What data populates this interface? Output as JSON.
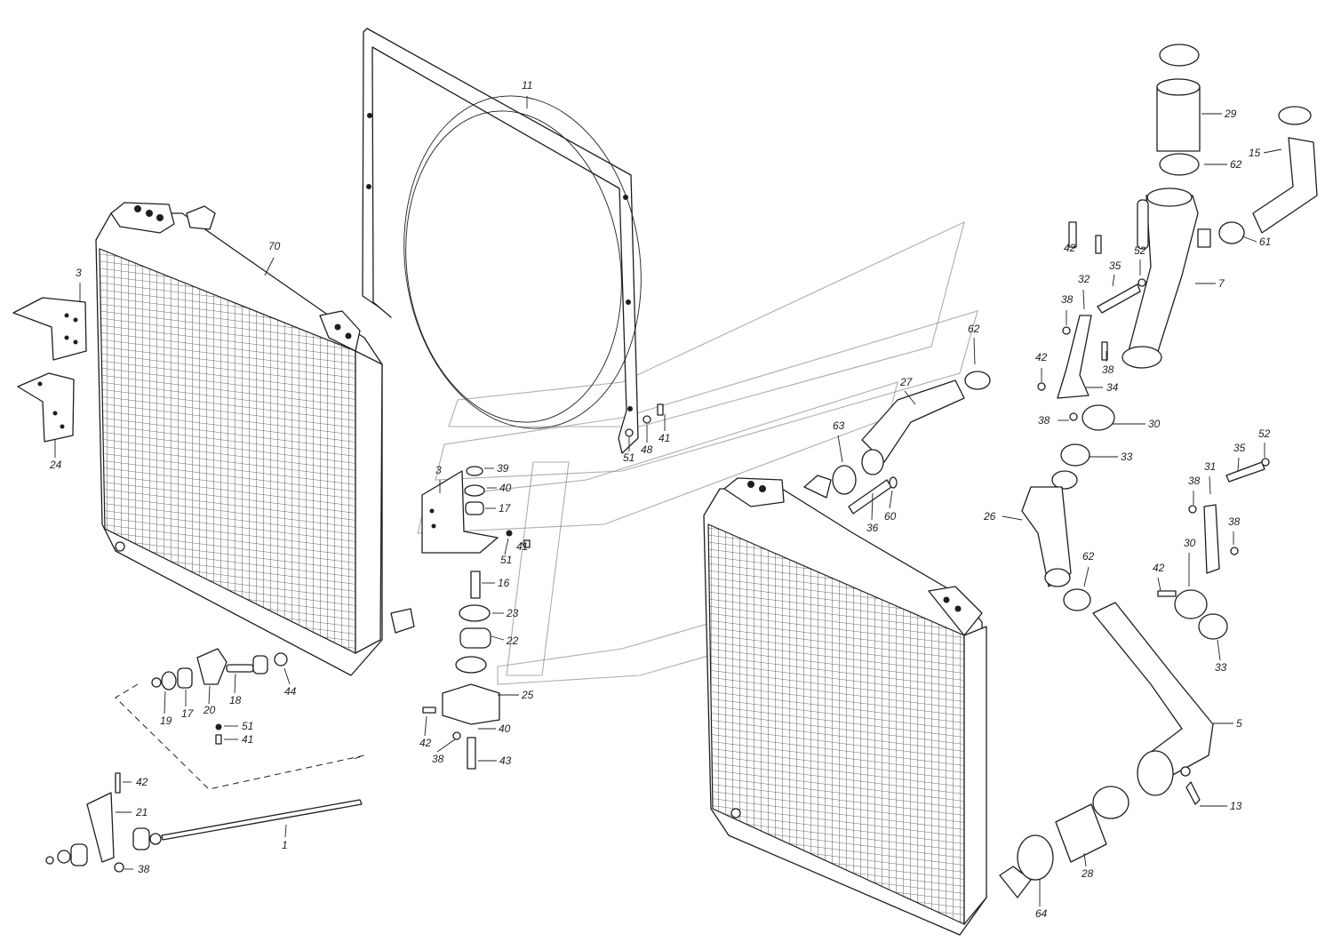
{
  "labels": [
    {
      "id": "p70",
      "text": "70"
    },
    {
      "id": "p3a",
      "text": "3"
    },
    {
      "id": "p24",
      "text": "24"
    },
    {
      "id": "p11",
      "text": "11"
    },
    {
      "id": "p19",
      "text": "19"
    },
    {
      "id": "p17a",
      "text": "17"
    },
    {
      "id": "p20",
      "text": "20"
    },
    {
      "id": "p18",
      "text": "18"
    },
    {
      "id": "p44",
      "text": "44"
    },
    {
      "id": "p51a",
      "text": "51"
    },
    {
      "id": "p41a",
      "text": "41"
    },
    {
      "id": "p42a",
      "text": "42"
    },
    {
      "id": "p21",
      "text": "21"
    },
    {
      "id": "p1",
      "text": "1"
    },
    {
      "id": "p38a",
      "text": "38"
    },
    {
      "id": "p3b",
      "text": "3"
    },
    {
      "id": "p39",
      "text": "39"
    },
    {
      "id": "p40a",
      "text": "40"
    },
    {
      "id": "p17b",
      "text": "17"
    },
    {
      "id": "p51b",
      "text": "51"
    },
    {
      "id": "p41b",
      "text": "41"
    },
    {
      "id": "p16",
      "text": "16"
    },
    {
      "id": "p23",
      "text": "23"
    },
    {
      "id": "p22",
      "text": "22"
    },
    {
      "id": "p25",
      "text": "25"
    },
    {
      "id": "p42b",
      "text": "42"
    },
    {
      "id": "p40b",
      "text": "40"
    },
    {
      "id": "p38b",
      "text": "38"
    },
    {
      "id": "p43",
      "text": "43"
    },
    {
      "id": "p51c",
      "text": "51"
    },
    {
      "id": "p48",
      "text": "48"
    },
    {
      "id": "p41c",
      "text": "41"
    },
    {
      "id": "p27",
      "text": "27"
    },
    {
      "id": "p62a",
      "text": "62"
    },
    {
      "id": "p63",
      "text": "63"
    },
    {
      "id": "p36",
      "text": "36"
    },
    {
      "id": "p60",
      "text": "60"
    },
    {
      "id": "p29",
      "text": "29"
    },
    {
      "id": "p62b",
      "text": "62"
    },
    {
      "id": "p15",
      "text": "15"
    },
    {
      "id": "p61",
      "text": "61"
    },
    {
      "id": "p7",
      "text": "7"
    },
    {
      "id": "p42c",
      "text": "42"
    },
    {
      "id": "p52a",
      "text": "52"
    },
    {
      "id": "p35a",
      "text": "35"
    },
    {
      "id": "p32",
      "text": "32"
    },
    {
      "id": "p38c",
      "text": "38"
    },
    {
      "id": "p38d",
      "text": "38"
    },
    {
      "id": "p42d",
      "text": "42"
    },
    {
      "id": "p34",
      "text": "34"
    },
    {
      "id": "p38e",
      "text": "38"
    },
    {
      "id": "p30a",
      "text": "30"
    },
    {
      "id": "p33a",
      "text": "33"
    },
    {
      "id": "p26",
      "text": "26"
    },
    {
      "id": "p52b",
      "text": "52"
    },
    {
      "id": "p35b",
      "text": "35"
    },
    {
      "id": "p31",
      "text": "31"
    },
    {
      "id": "p38f",
      "text": "38"
    },
    {
      "id": "p38g",
      "text": "38"
    },
    {
      "id": "p62c",
      "text": "62"
    },
    {
      "id": "p30b",
      "text": "30"
    },
    {
      "id": "p42e",
      "text": "42"
    },
    {
      "id": "p33b",
      "text": "33"
    },
    {
      "id": "p5",
      "text": "5"
    },
    {
      "id": "p13",
      "text": "13"
    },
    {
      "id": "p28",
      "text": "28"
    },
    {
      "id": "p64",
      "text": "64"
    }
  ]
}
